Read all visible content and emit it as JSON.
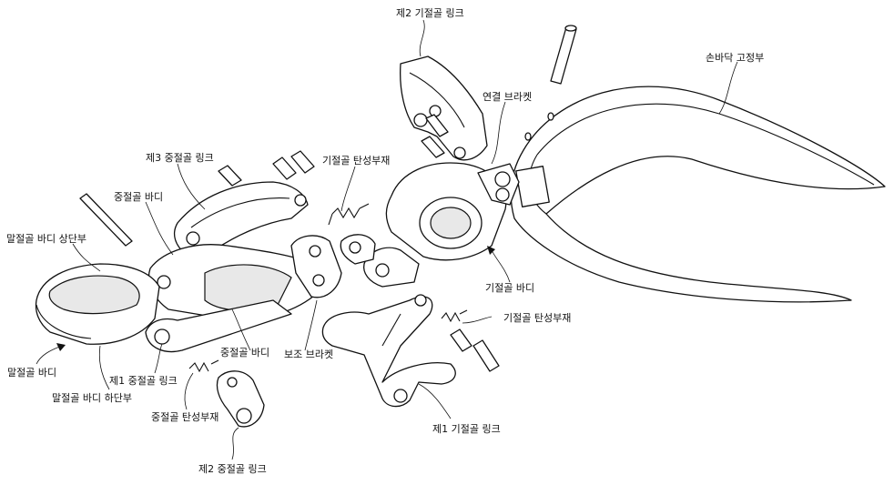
{
  "labels": {
    "proximal_link_2": "제2 기절골 링크",
    "palm_fixing": "손바닥 고정부",
    "connection_bracket": "연결 브라켓",
    "proximal_elastic_top": "기절골 탄성부재",
    "middle_link_3": "제3 중절골 링크",
    "middle_body_top": "중절골 바디",
    "distal_upper": "말절골 바디 상단부",
    "proximal_body": "기절골 바디",
    "proximal_elastic_right": "기절골 탄성부재",
    "distal_body": "말절골 바디",
    "middle_body_bottom": "중절골 바디",
    "aux_bracket": "보조 브라켓",
    "middle_link_1": "제1 중절골 링크",
    "distal_lower": "말절골 바디 하단부",
    "middle_elastic": "중절골 탄성부재",
    "proximal_link_1": "제1 기절골 링크",
    "middle_link_2": "제2 중절골 링크"
  }
}
